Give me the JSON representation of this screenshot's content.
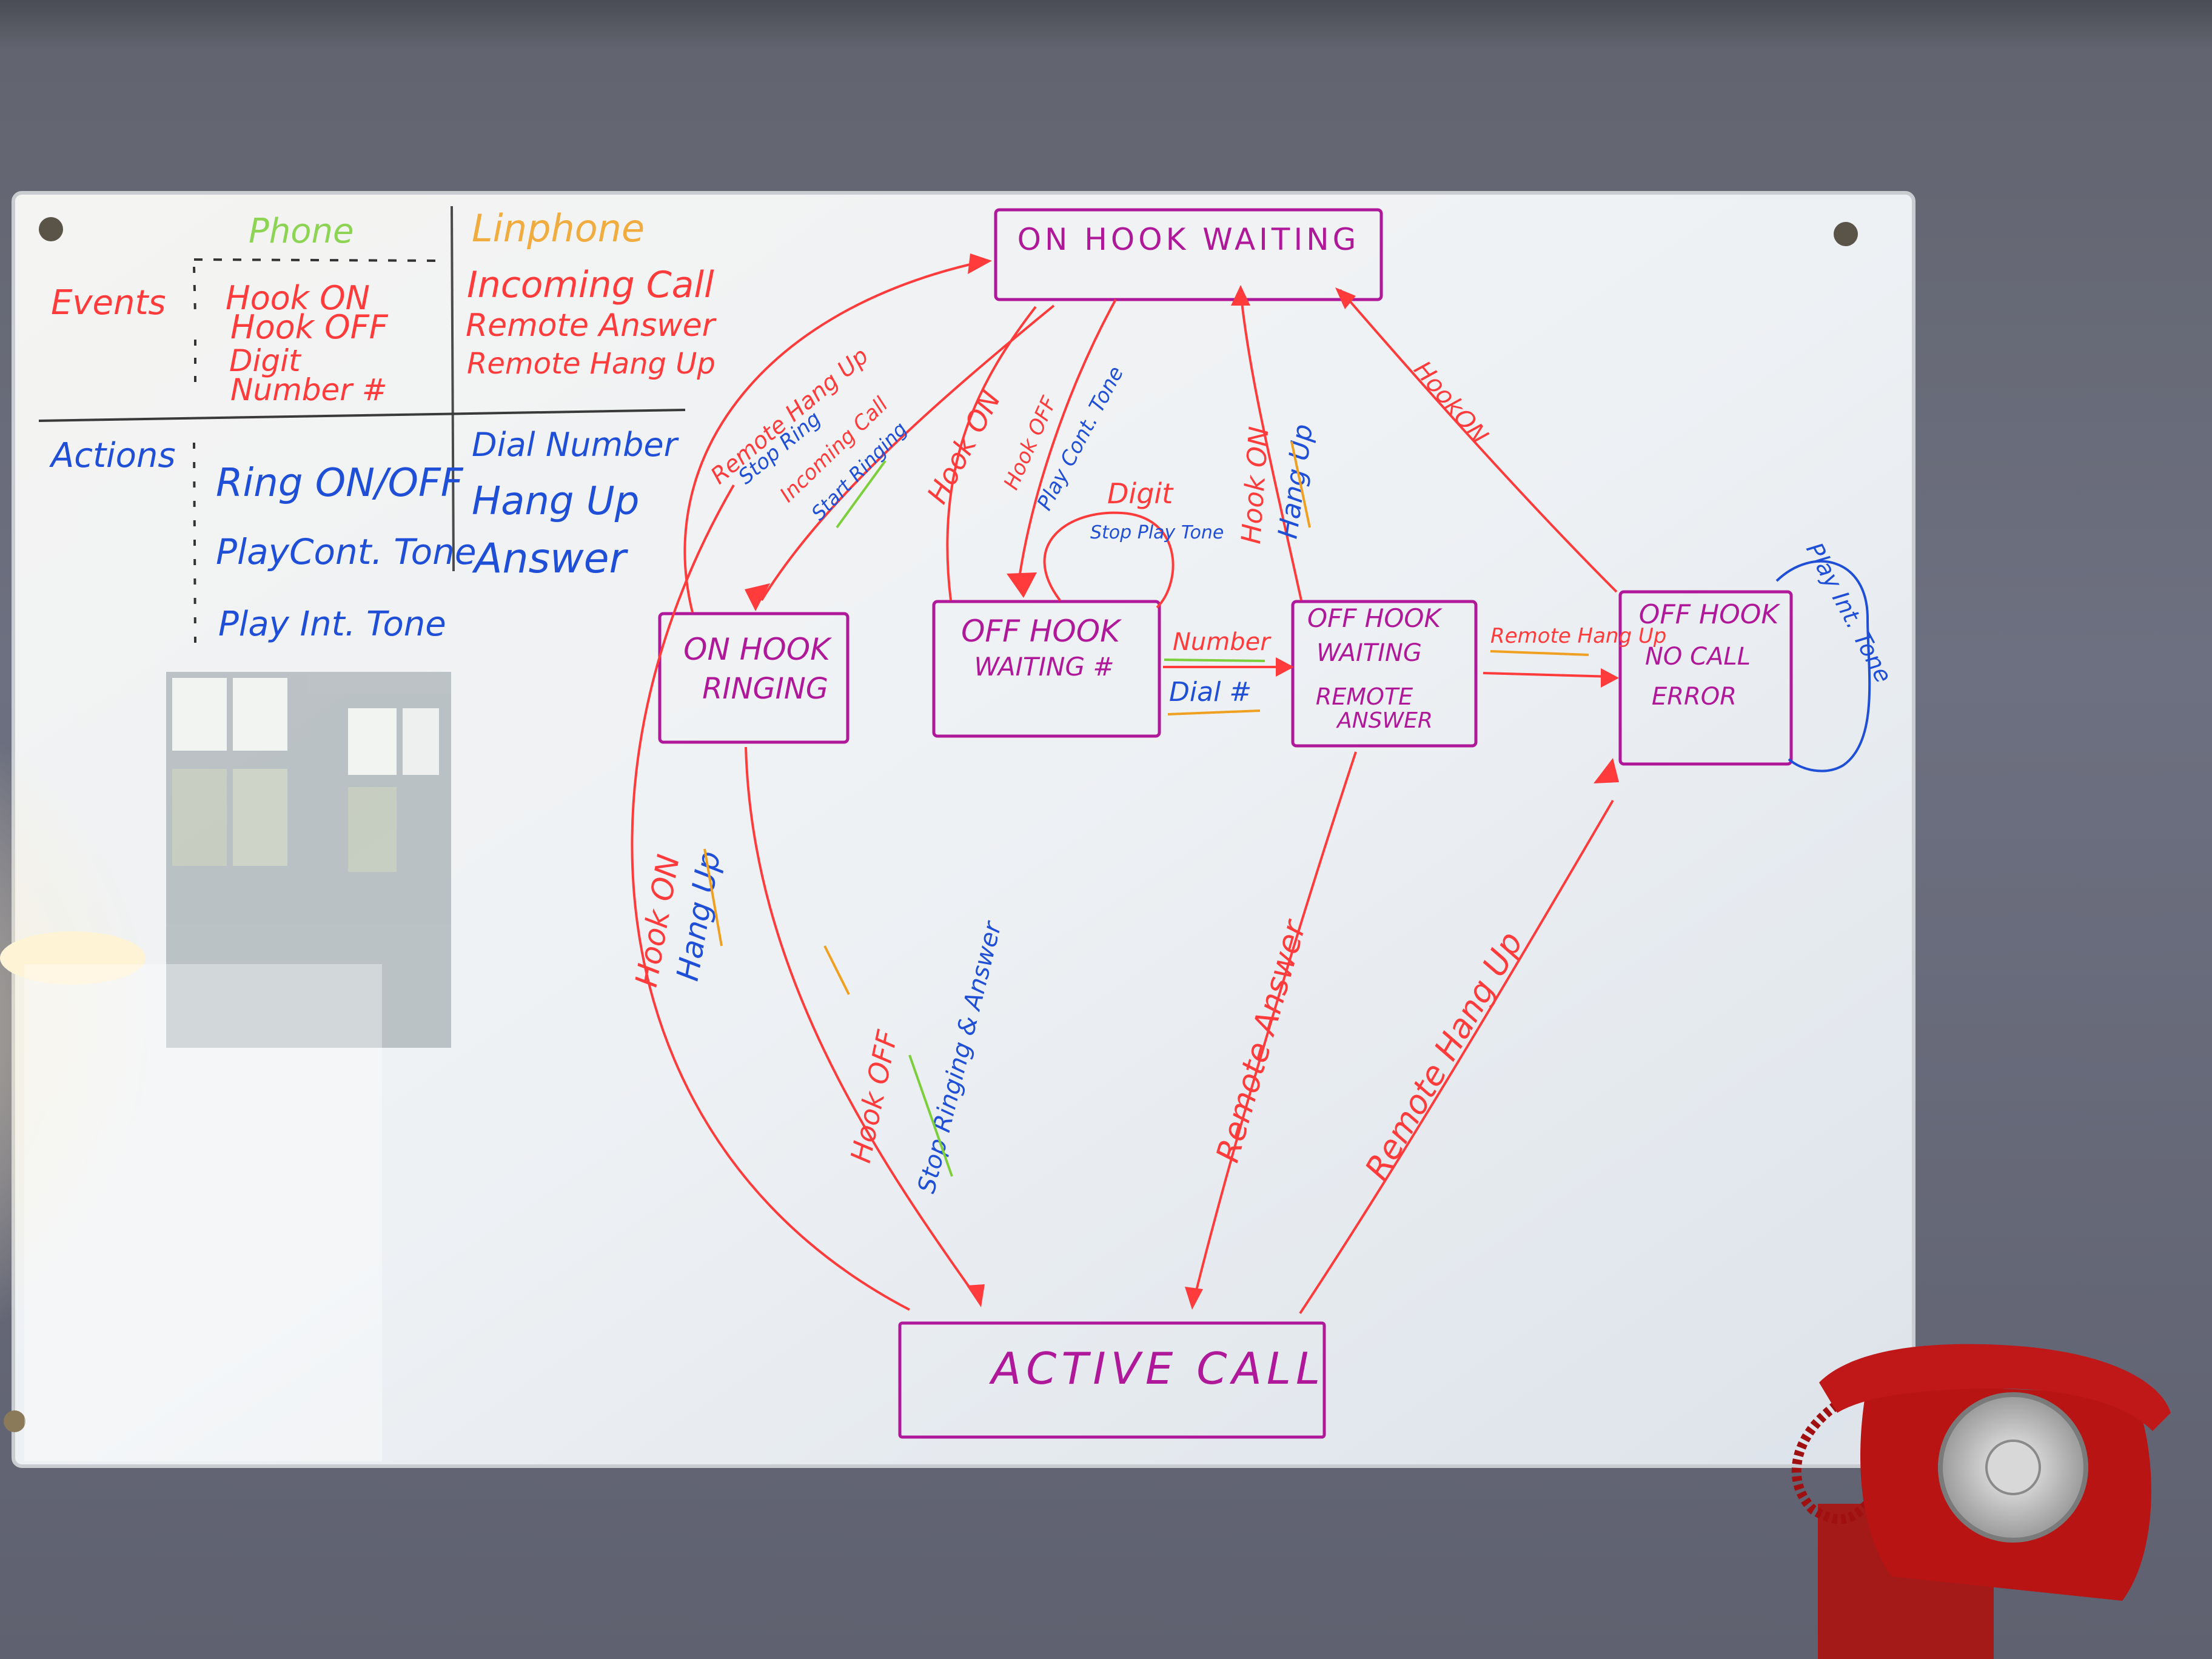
{
  "legend": {
    "col_phone": "Phone",
    "col_linphone": "Linphone",
    "events_label": "Events",
    "actions_label": "Actions",
    "phone_events": [
      "Hook ON",
      "Hook OFF",
      "Digit",
      "Number #"
    ],
    "linphone_events": [
      "Incoming Call",
      "Remote Answer",
      "Remote Hang Up"
    ],
    "phone_actions": [
      "Ring ON/OFF",
      "PlayCont. Tone",
      "Play Int. Tone"
    ],
    "linphone_actions": [
      "Dial Number",
      "Hang Up",
      "Answer"
    ]
  },
  "states": {
    "on_hook_waiting": [
      "ON HOOK WAITING"
    ],
    "on_hook_ringing": [
      "ON HOOK",
      "RINGING"
    ],
    "off_hook_waiting_hash": [
      "OFF HOOK",
      "WAITING #"
    ],
    "off_hook_waiting_remote": [
      "OFF HOOK",
      "WAITING",
      "REMOTE",
      "ANSWER"
    ],
    "off_hook_no_call_error": [
      "OFF HOOK",
      "NO CALL",
      "ERROR"
    ],
    "active_call": [
      "ACTIVE CALL"
    ]
  },
  "transitions": {
    "remote_hang_up_top": "Remote Hang Up",
    "stop_ring": "Stop Ring",
    "incoming_call": "Incoming Call",
    "start_ringing": "Start Ringing",
    "hook_on_mid": "Hook ON",
    "hook_off_mid": "Hook OFF",
    "play_cont_tone": "Play Cont. Tone",
    "digit": "Digit",
    "stop_play_tone": "Stop Play Tone",
    "hook_on_right": "Hook ON",
    "hang_up_right": "Hang Up",
    "hook_on_far": "HookON",
    "number": "Number",
    "dial_hash": "Dial #",
    "remote_hang_up_small": "Remote Hang Up",
    "play_int_tone": "Play Int. Tone",
    "hook_on_left": "Hook ON",
    "hang_up_left": "Hang Up",
    "hook_off_bottom": "Hook OFF",
    "stop_ringing_answer": "Stop Ringing & Answer",
    "remote_answer": "Remote Answer",
    "remote_hang_up_bottom": "Remote Hang Up"
  },
  "colors": {
    "red": "#ff3b3b",
    "magenta": "#b0189a",
    "blue": "#1f4fd6",
    "green": "#7ccf3a",
    "orange": "#f0a020",
    "phone_red": "#b81414"
  }
}
